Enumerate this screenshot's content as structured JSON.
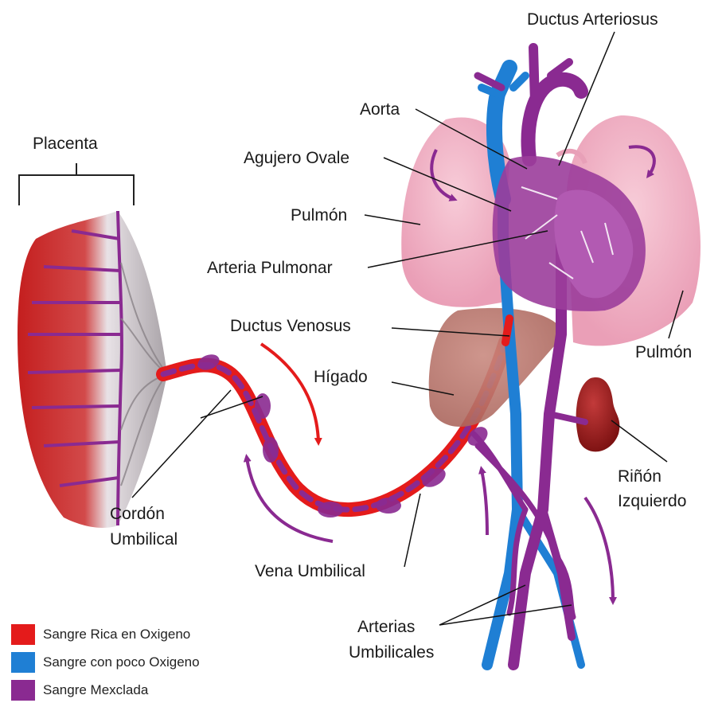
{
  "labels": {
    "placenta": "Placenta",
    "ductus_arteriosus": "Ductus Arteriosus",
    "aorta": "Aorta",
    "agujero_ovale": "Agujero Ovale",
    "pulmon_left": "Pulmón",
    "arteria_pulmonar": "Arteria Pulmonar",
    "ductus_venosus": "Ductus Venosus",
    "higado": "Hígado",
    "pulmon_right": "Pulmón",
    "rinon_line1": "Riñón",
    "rinon_line2": "Izquierdo",
    "cordon_line1": "Cordón",
    "cordon_line2": "Umbilical",
    "vena_umbilical": "Vena Umbilical",
    "arterias_line1": "Arterias",
    "arterias_line2": "Umbilicales"
  },
  "legend": [
    {
      "label": "Sangre Rica en Oxigeno",
      "color": "#e41b1b"
    },
    {
      "label": "Sangre con poco Oxigeno",
      "color": "#1f7fd4"
    },
    {
      "label": "Sangre Mexclada",
      "color": "#8a2a91"
    }
  ],
  "colors": {
    "oxygen_rich": "#e41b1b",
    "low_oxygen": "#1f7fd4",
    "mixed": "#8a2a91",
    "lung": "#f2b4c6",
    "liver": "#b4736a",
    "kidney": "#9b1b1b",
    "arrow_red": "#e41b1b",
    "arrow_purple": "#8a2a91"
  },
  "icons": {
    "placenta": "placenta-illustration",
    "heart": "heart-illustration",
    "lungs": "lung-illustration",
    "liver": "liver-illustration",
    "kidney": "kidney-illustration",
    "umbilical_cord": "umbilical-cord-illustration"
  }
}
